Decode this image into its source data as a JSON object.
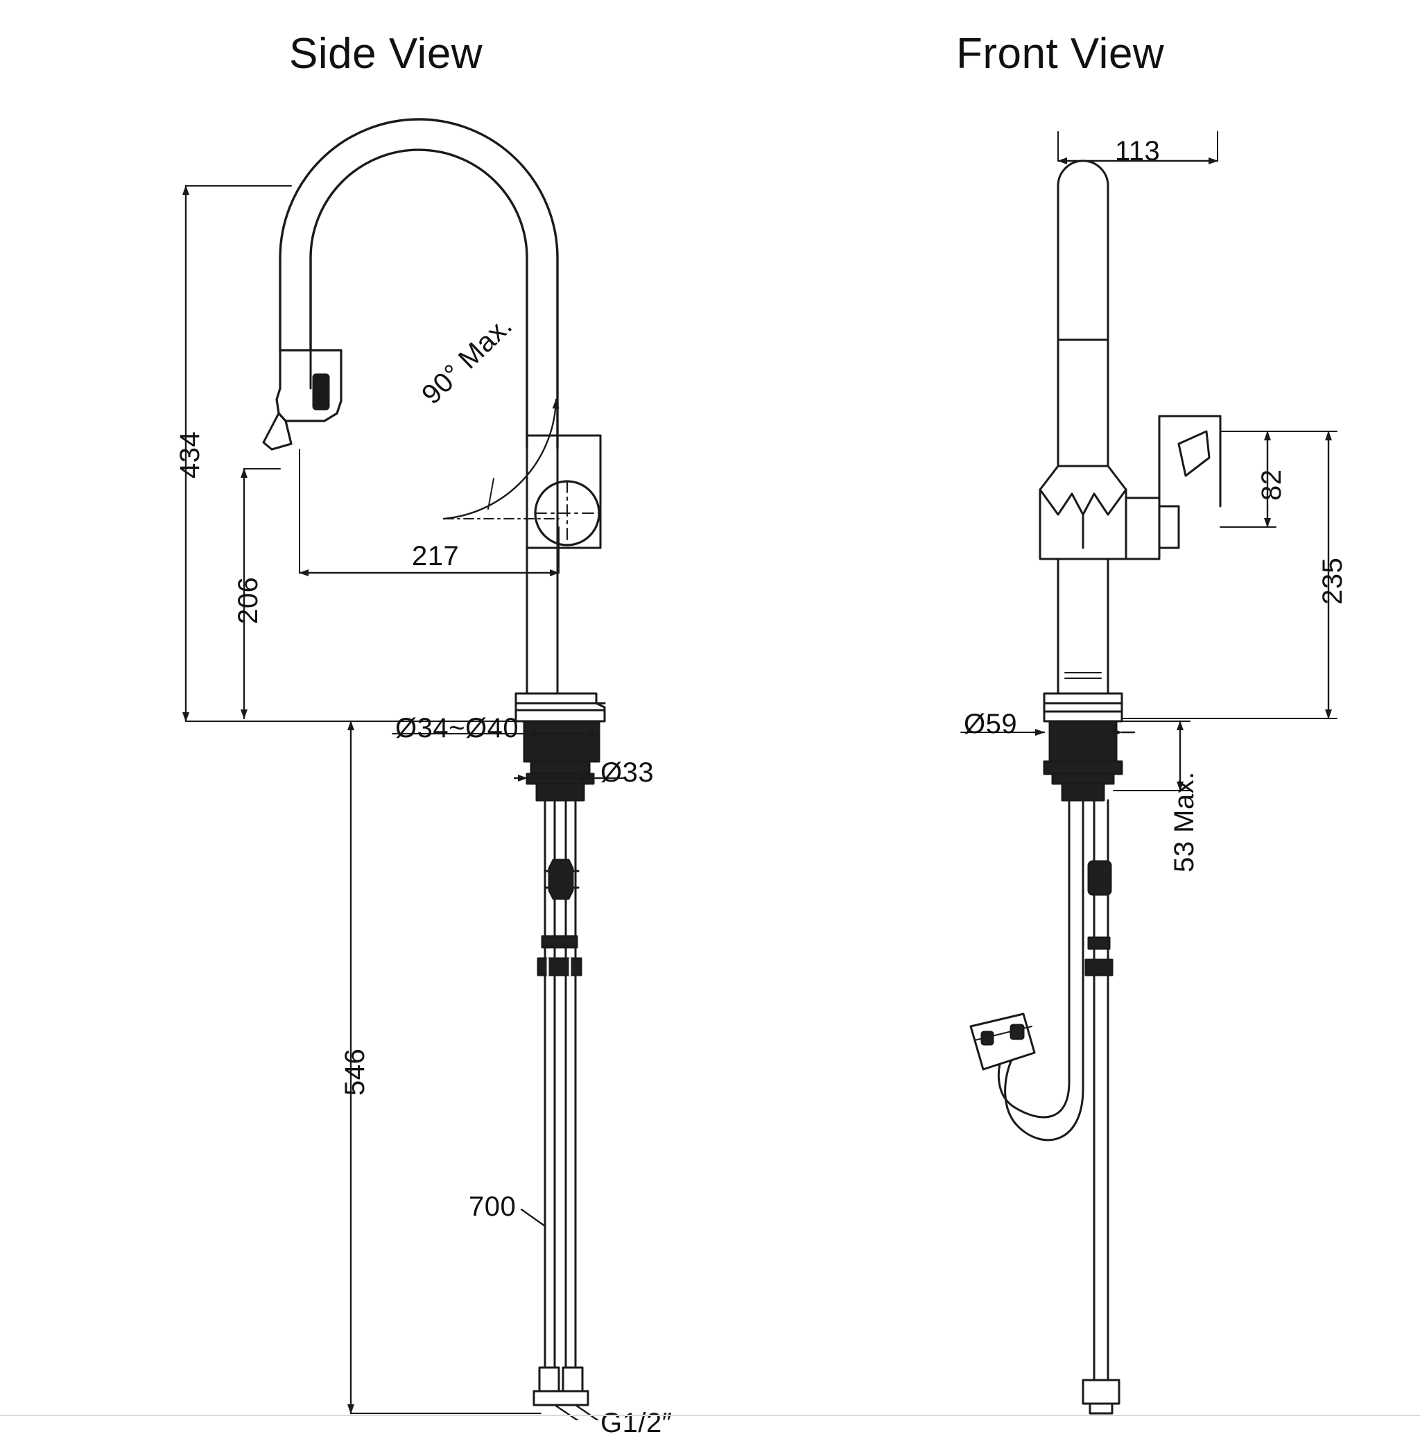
{
  "document": {
    "type": "technical-drawing",
    "subject": "pull-down kitchen faucet dimensional drawing",
    "units": "mm"
  },
  "views": [
    {
      "id": "side",
      "title": "Side View"
    },
    {
      "id": "front",
      "title": "Front View"
    }
  ],
  "dimensions": {
    "side": [
      {
        "name": "overall-height",
        "label": "434",
        "orientation": "vertical"
      },
      {
        "name": "spout-height",
        "label": "206",
        "orientation": "vertical"
      },
      {
        "name": "spout-reach",
        "label": "217",
        "orientation": "horizontal"
      },
      {
        "name": "handle-swivel",
        "label": "90° Max.",
        "orientation": "arc"
      },
      {
        "name": "deck-hole-range",
        "label": "Ø34~Ø40",
        "orientation": "horizontal"
      },
      {
        "name": "shank-diameter",
        "label": "Ø33",
        "orientation": "horizontal"
      },
      {
        "name": "hose-length",
        "label": "546",
        "orientation": "vertical"
      },
      {
        "name": "supply-hose-length",
        "label": "700",
        "orientation": "leader"
      },
      {
        "name": "supply-thread",
        "label": "G1/2″",
        "orientation": "leader"
      }
    ],
    "front": [
      {
        "name": "spout-width",
        "label": "113",
        "orientation": "horizontal"
      },
      {
        "name": "handle-height",
        "label": "82",
        "orientation": "vertical"
      },
      {
        "name": "body-height",
        "label": "235",
        "orientation": "vertical"
      },
      {
        "name": "base-diameter",
        "label": "Ø59",
        "orientation": "horizontal"
      },
      {
        "name": "deck-thickness",
        "label": "53 Max.",
        "orientation": "vertical"
      }
    ]
  },
  "style": {
    "line_color": "#1a1a1a",
    "fill_dark": "#1f1f1f",
    "background": "#ffffff",
    "footer_rule": "#d9d9d9"
  }
}
